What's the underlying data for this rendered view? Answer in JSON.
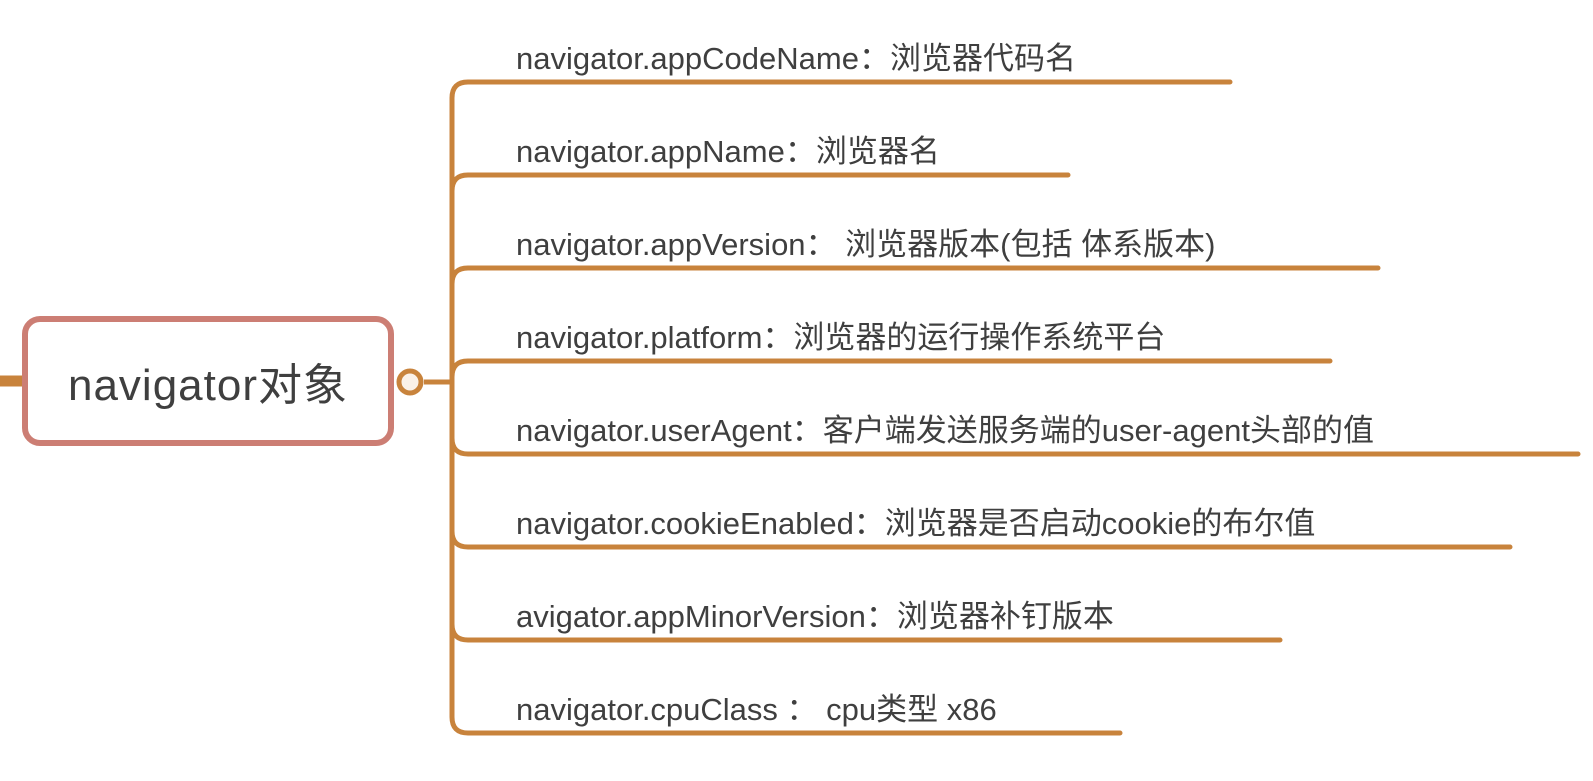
{
  "diagram": {
    "central": {
      "label": "navigator对象"
    },
    "branches": [
      {
        "label": "navigator.appCodeName：浏览器代码名"
      },
      {
        "label": "navigator.appName：浏览器名"
      },
      {
        "label": "navigator.appVersion： 浏览器版本(包括 体系版本)"
      },
      {
        "label": "navigator.platform：浏览器的运行操作系统平台"
      },
      {
        "label": "navigator.userAgent：客户端发送服务端的user-agent头部的值"
      },
      {
        "label": "navigator.cookieEnabled：浏览器是否启动cookie的布尔值"
      },
      {
        "label": "avigator.appMinorVersion：浏览器补钉版本"
      },
      {
        "label": "navigator.cpuClass ： cpu类型 x86"
      }
    ],
    "colors": {
      "branch_line": "#C8833C",
      "central_border": "#CC7E74",
      "junction_fill": "#FAF1E8",
      "text_color": "#3F3F3F"
    }
  }
}
